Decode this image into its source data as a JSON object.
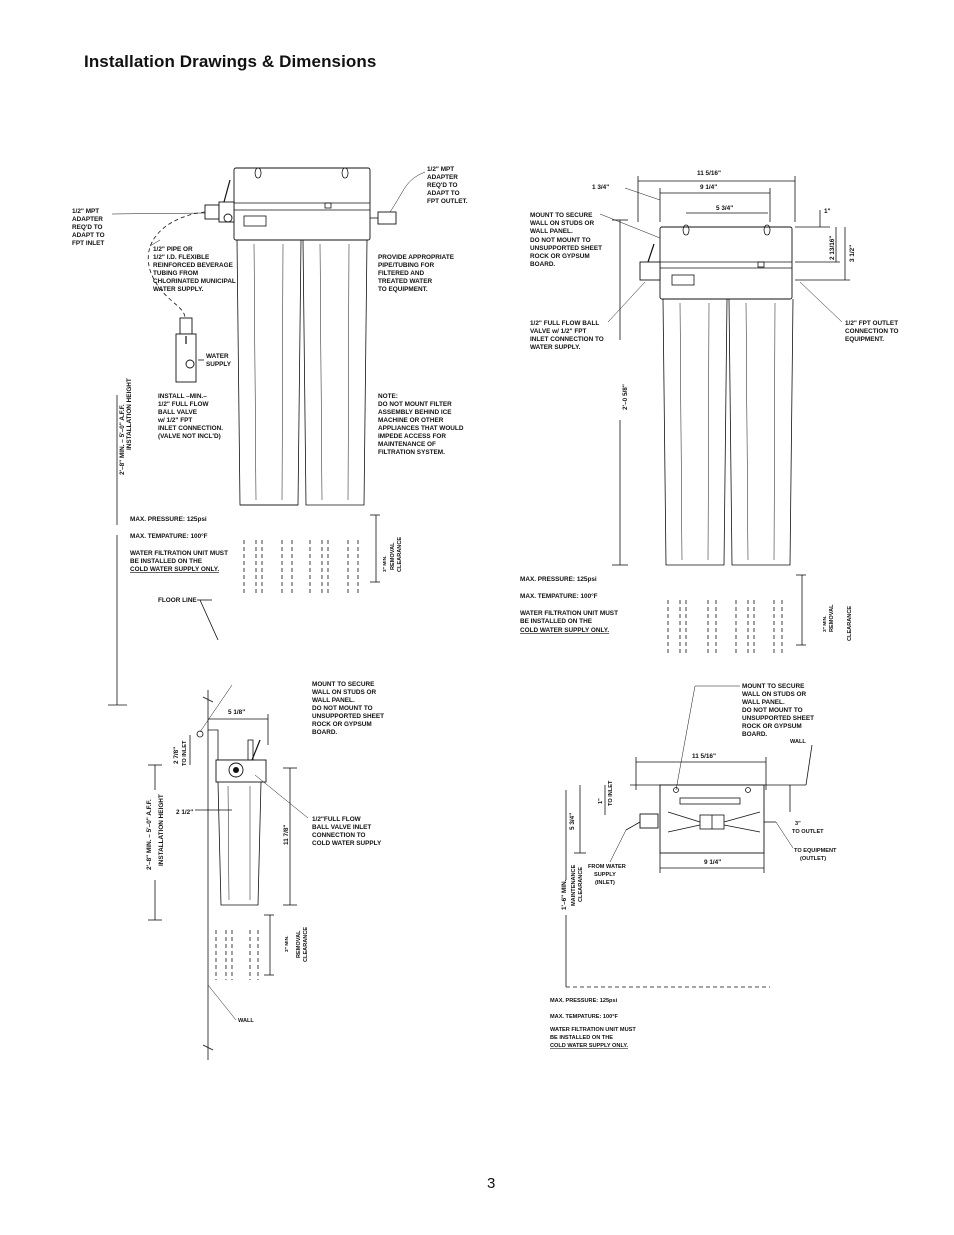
{
  "page": {
    "title": "Installation Drawings & Dimensions",
    "number": "3"
  },
  "front_view": {
    "inlet_adapter": [
      "1/2\" MPT",
      "ADAPTER",
      "REQ'D TO",
      "ADAPT TO",
      "FPT INLET"
    ],
    "outlet_adapter": [
      "1/2\" MPT",
      "ADAPTER",
      "REQ'D TO",
      "ADAPT TO",
      "FPT OUTLET."
    ],
    "pipe_note": [
      "1/2\"  PIPE OR",
      "1/2\" I.D. FLEXIBLE",
      "REINFORCED BEVERAGE",
      "TUBING FROM",
      "CHLORINATED MUNICIPAL",
      "WATER SUPPLY."
    ],
    "provide_note": [
      "PROVIDE APPROPRIATE",
      "PIPE/TUBING FOR",
      "FILTERED AND",
      "TREATED WATER",
      "TO EQUIPMENT."
    ],
    "water_supply": [
      "WATER",
      "SUPPLY"
    ],
    "install_note": [
      "INSTALL  –MIN.–",
      "1/2\" FULL FLOW",
      "BALL VALVE",
      "w/  1/2\" FPT",
      "INLET CONNECTION.",
      "(VALVE NOT INCL'D)"
    ],
    "note": [
      "NOTE:",
      "DO NOT MOUNT FILTER",
      "ASSEMBLY BEHIND ICE",
      "MACHINE OR OTHER",
      "APPLIANCES THAT WOULD",
      "IMPEDE ACCESS FOR",
      "MAINTENANCE OF",
      "FILTRATION SYSTEM."
    ],
    "install_height": [
      "2'–8\" MIN. – 5'–0\" A.F.F.",
      "INSTALLATION HEIGHT"
    ],
    "max_pressure": "MAX. PRESSURE:  125psi",
    "max_temp": "MAX. TEMPATURE:  100°F",
    "cold_note": [
      "WATER FILTRATION UNIT MUST",
      "BE INSTALLED ON THE",
      "COLD WATER SUPPLY ONLY."
    ],
    "removal": [
      "3\" MIN.",
      "REMOVAL",
      "CLEARANCE"
    ],
    "floor_line": "FLOOR LINE"
  },
  "right_view": {
    "dim_overall": "11 5/16\"",
    "dim_left": "1 3/4\"",
    "dim_mid": "9 1/4\"",
    "dim_holes": "5 3/4\"",
    "dim_top": "1\"",
    "dim_a": "2 13/16\"",
    "dim_b": "3 1/2\"",
    "mount_note": [
      "MOUNT TO SECURE",
      "WALL ON STUDS OR",
      "WALL PANEL.",
      "DO NOT MOUNT TO",
      "UNSUPPORTED SHEET",
      "ROCK OR GYPSUM",
      "BOARD."
    ],
    "ball_valve": [
      "1/2\" FULL FLOW BALL",
      "VALVE w/  1/2\" FPT",
      "INLET CONNECTION TO",
      "WATER SUPPLY."
    ],
    "outlet_conn": [
      "1/2\" FPT OUTLET",
      "CONNECTION TO",
      "EQUIPMENT."
    ],
    "height": "2'–0 5/8\"",
    "max_pressure": "MAX. PRESSURE:  125psi",
    "max_temp": "MAX. TEMPATURE:  100°F",
    "cold_note": [
      "WATER FILTRATION UNIT MUST",
      "BE INSTALLED ON THE",
      "COLD WATER SUPPLY ONLY."
    ],
    "removal": [
      "3\" MIN.",
      "REMOVAL",
      "CLEARANCE"
    ]
  },
  "side_view": {
    "mount_note": [
      "MOUNT TO SECURE",
      "WALL ON STUDS OR",
      "WALL PANEL.",
      "DO NOT MOUNT TO",
      "UNSUPPORTED SHEET",
      "ROCK OR GYPSUM",
      "BOARD."
    ],
    "dim_depth": "5 1/8\"",
    "dim_inlet": [
      "2 7/8\"",
      "TO INLET"
    ],
    "dim_half": "2 1/2\"",
    "dim_height": "11 7/8\"",
    "valve_note": [
      "1/2\"FULL FLOW",
      "BALL VALVE INLET",
      "CONNECTION TO",
      "COLD WATER SUPPLY"
    ],
    "install_height": [
      "2'–8\" MIN. – 5'–0\" A.F.F.",
      "INSTALLATION HEIGHT"
    ],
    "removal": [
      "3\" MIN.",
      "REMOVAL",
      "CLEARANCE"
    ],
    "wall": "WALL"
  },
  "top_view": {
    "mount_note": [
      "MOUNT TO SECURE",
      "WALL ON STUDS OR",
      "WALL PANEL.",
      "DO NOT MOUNT TO",
      "UNSUPPORTED SHEET",
      "ROCK OR GYPSUM",
      "BOARD."
    ],
    "wall": "WALL",
    "dim_overall": "11 5/16\"",
    "dim_inlet": [
      "1\"",
      "TO INLET"
    ],
    "dim_depth": "5 3/4\"",
    "dim_outlet": [
      "3\"",
      "TO OUTLET"
    ],
    "to_equipment": [
      "TO EQUIPMENT",
      "(OUTLET)"
    ],
    "from_supply": [
      "FROM WATER",
      "SUPPLY",
      "(INLET)"
    ],
    "dim_mid": "9 1/4\"",
    "maintenance": [
      "1'–6\" MIN.",
      "MAINTENANCE",
      "CLEARANCE"
    ],
    "max_pressure": "MAX. PRESSURE:  125psi",
    "max_temp": "MAX. TEMPATURE:  100°F",
    "cold_note": [
      "WATER FILTRATION UNIT MUST",
      "BE INSTALLED ON THE",
      "COLD WATER SUPPLY ONLY."
    ]
  }
}
